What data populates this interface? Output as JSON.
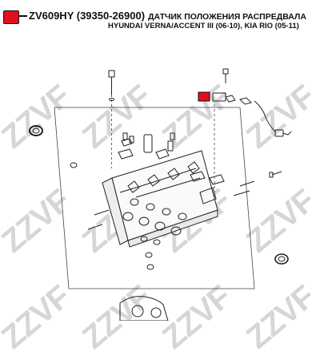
{
  "header": {
    "part_code": "ZV609HY (39350-26900)",
    "description_line1": "ДАТЧИК ПОЛОЖЕНИЯ РАСПРЕДВАЛА",
    "description_line2": "HYUNDAI VERNA/ACCENT III (06-10), KIA RIO (05-11)"
  },
  "watermark": {
    "brand": "ZZVF"
  },
  "colors": {
    "marker": "#e0101e",
    "line": "#222222",
    "watermark": "#d6d6d6"
  }
}
